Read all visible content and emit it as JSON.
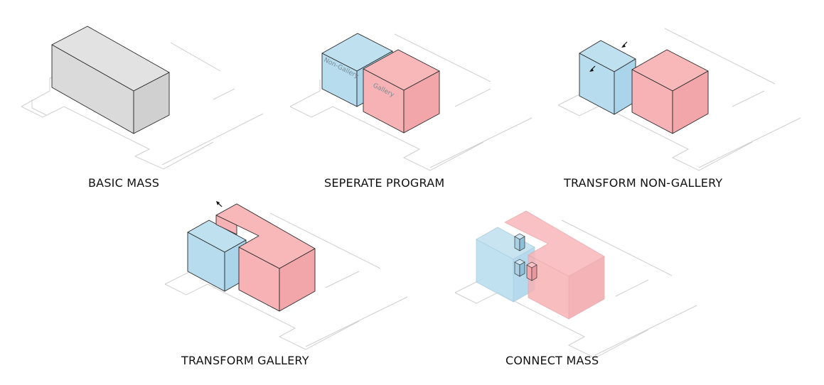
{
  "steps": [
    {
      "caption": "BASIC MASS"
    },
    {
      "caption": "SEPERATE PROGRAM",
      "labels": [
        "Non-Gallery",
        "Gallery"
      ]
    },
    {
      "caption": "TRANSFORM NON-GALLERY"
    },
    {
      "caption": "TRANSFORM GALLERY"
    },
    {
      "caption": "CONNECT MASS"
    }
  ],
  "colors": {
    "non_gallery": "#b6dcee",
    "gallery": "#f6b2b5",
    "basic": "#d8d8d8"
  }
}
